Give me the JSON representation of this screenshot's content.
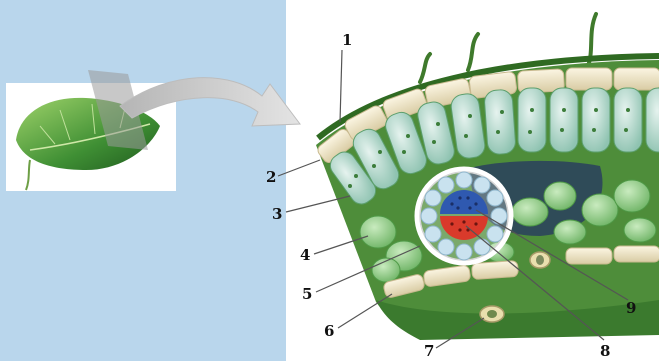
{
  "labels": {
    "l1": "1",
    "l2": "2",
    "l3": "3",
    "l4": "4",
    "l5": "5",
    "l6": "6",
    "l7": "7",
    "l8": "8",
    "l9": "9"
  },
  "colors": {
    "background": "#b9d6ec",
    "panel": "#ffffff",
    "epidermis": "#f1e7c9",
    "cuticle": "#3f7a2c",
    "palisade": "#b7d8b8",
    "spongy": "#9fd19a",
    "xylem": "#2f59b0",
    "phloem": "#d93a2b",
    "arrow": "#c9c9c9"
  },
  "icons": {
    "leaf": "leaf-photo-icon",
    "arrow": "curved-arrow-icon"
  }
}
